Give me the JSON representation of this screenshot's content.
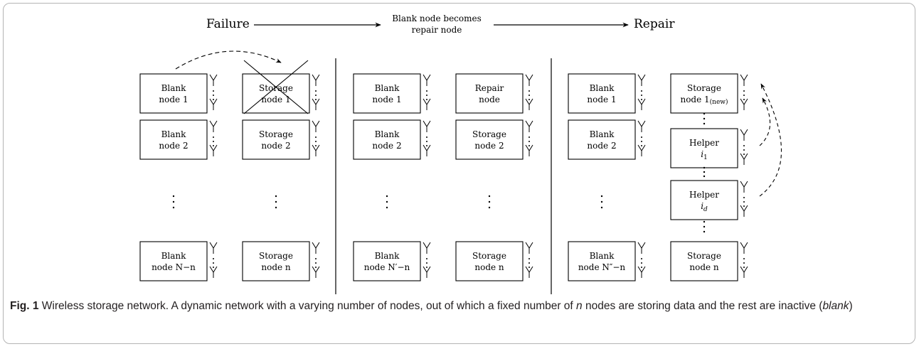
{
  "header": {
    "failure": "Failure",
    "middle": [
      "Blank node becomes",
      "repair node"
    ],
    "repair": "Repair"
  },
  "panels": [
    {
      "left": [
        [
          "Blank",
          "node 1"
        ],
        [
          "Blank",
          "node 2"
        ],
        [
          "Blank",
          "node N−n"
        ]
      ],
      "right": [
        [
          "Storage",
          "node 1"
        ],
        [
          "Storage",
          "node 2"
        ],
        [
          "Storage",
          "node n"
        ]
      ]
    },
    {
      "left": [
        [
          "Blank",
          "node 1"
        ],
        [
          "Blank",
          "node 2"
        ],
        [
          "Blank",
          "node N′−n"
        ]
      ],
      "right": [
        [
          "Repair",
          "node"
        ],
        [
          "Storage",
          "node 2"
        ],
        [
          "Storage",
          "node n"
        ]
      ]
    },
    {
      "left": [
        [
          "Blank",
          "node 1"
        ],
        [
          "Blank",
          "node 2"
        ],
        [
          "Blank",
          "node N″−n"
        ]
      ],
      "right": [
        [
          "Storage",
          "node 1(new)"
        ],
        [
          "Helper",
          "i1"
        ],
        [
          "Helper",
          "id"
        ],
        [
          "Storage",
          "node n"
        ]
      ]
    }
  ],
  "caption": {
    "label": "Fig. 1",
    "text_a": " Wireless storage network. A dynamic network with a varying number of nodes, out of which a fixed number of ",
    "n": "n",
    "text_b": " nodes are storing data and the rest are inactive (",
    "blank": "blank",
    "text_c": ")"
  }
}
